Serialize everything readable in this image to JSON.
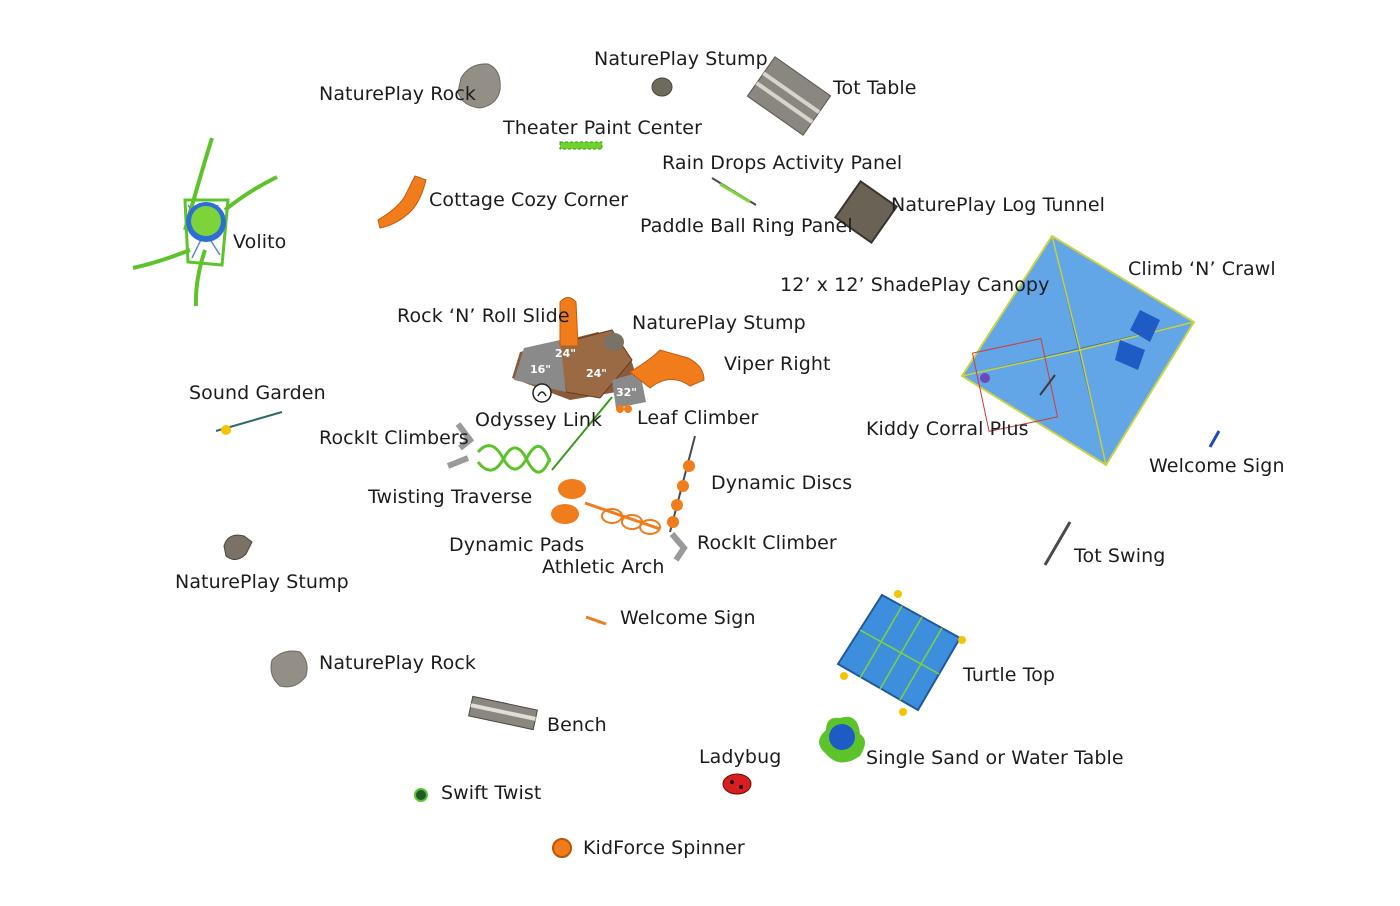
{
  "labels": {
    "natureplay_rock_1": "NaturePlay Rock",
    "natureplay_stump_1": "NaturePlay Stump",
    "tot_table": "Tot Table",
    "theater_paint_center": "Theater Paint Center",
    "rain_drops_activity_panel": "Rain Drops Activity Panel",
    "cottage_cozy_corner": "Cottage Cozy Corner",
    "natureplay_log_tunnel": "NaturePlay Log Tunnel",
    "paddle_ball_ring_panel": "Paddle Ball Ring Panel",
    "volito": "Volito",
    "shadeplay_canopy": "12’ x 12’ ShadePlay Canopy",
    "climb_n_crawl": "Climb ‘N’ Crawl",
    "rock_n_roll_slide": "Rock ‘N’ Roll Slide",
    "natureplay_stump_2": "NaturePlay Stump",
    "viper_right": "Viper Right",
    "sound_garden": "Sound Garden",
    "odyssey_link": "Odyssey Link",
    "leaf_climber": "Leaf Climber",
    "kiddy_corral_plus": "Kiddy Corral Plus",
    "rockit_climbers": "RockIt Climbers",
    "welcome_sign_1": "Welcome Sign",
    "dynamic_discs": "Dynamic Discs",
    "twisting_traverse": "Twisting Traverse",
    "dynamic_pads": "Dynamic Pads",
    "rockit_climber": "RockIt Climber",
    "tot_swing": "Tot Swing",
    "athletic_arch": "Athletic Arch",
    "natureplay_stump_3": "NaturePlay Stump",
    "welcome_sign_2": "Welcome Sign",
    "natureplay_rock_2": "NaturePlay Rock",
    "turtle_top": "Turtle Top",
    "bench": "Bench",
    "ladybug": "Ladybug",
    "single_sand_water_table": "Single Sand or Water Table",
    "swift_twist": "Swift Twist",
    "kidforce_spinner": "KidForce Spinner"
  },
  "deck_heights": {
    "h1": "24\"",
    "h2": "16\"",
    "h3": "24\"",
    "h4": "32\""
  },
  "colors": {
    "orange": "#f07c1c",
    "green": "#5cc42a",
    "canopy_blue": "#5aa2e6",
    "stone": "#8f8a80",
    "deck_brown": "#8a5a3a"
  }
}
